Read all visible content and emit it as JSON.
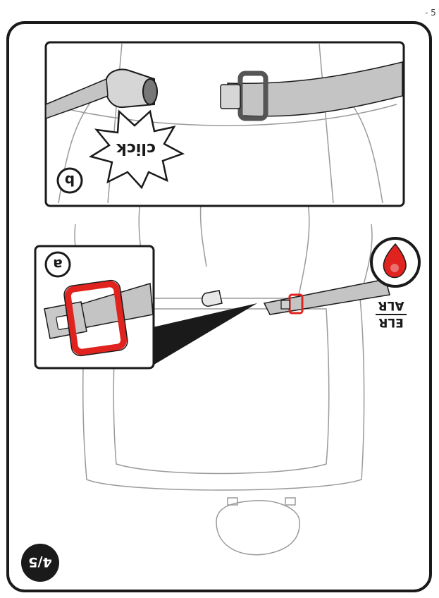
{
  "step_badge": "4/5",
  "label_a": "a",
  "label_b": "b",
  "click_text": "click",
  "retractor_label_top": "ELR",
  "retractor_label_bottom": "ALR",
  "corner_mark": "- 5",
  "colors": {
    "outline": "#1a1a1a",
    "highlight": "#e0231f",
    "belt_gray": "#c4c4c4",
    "seat_line": "#9a9a9a",
    "badge": "#1a1a1a",
    "background": "#ffffff"
  }
}
